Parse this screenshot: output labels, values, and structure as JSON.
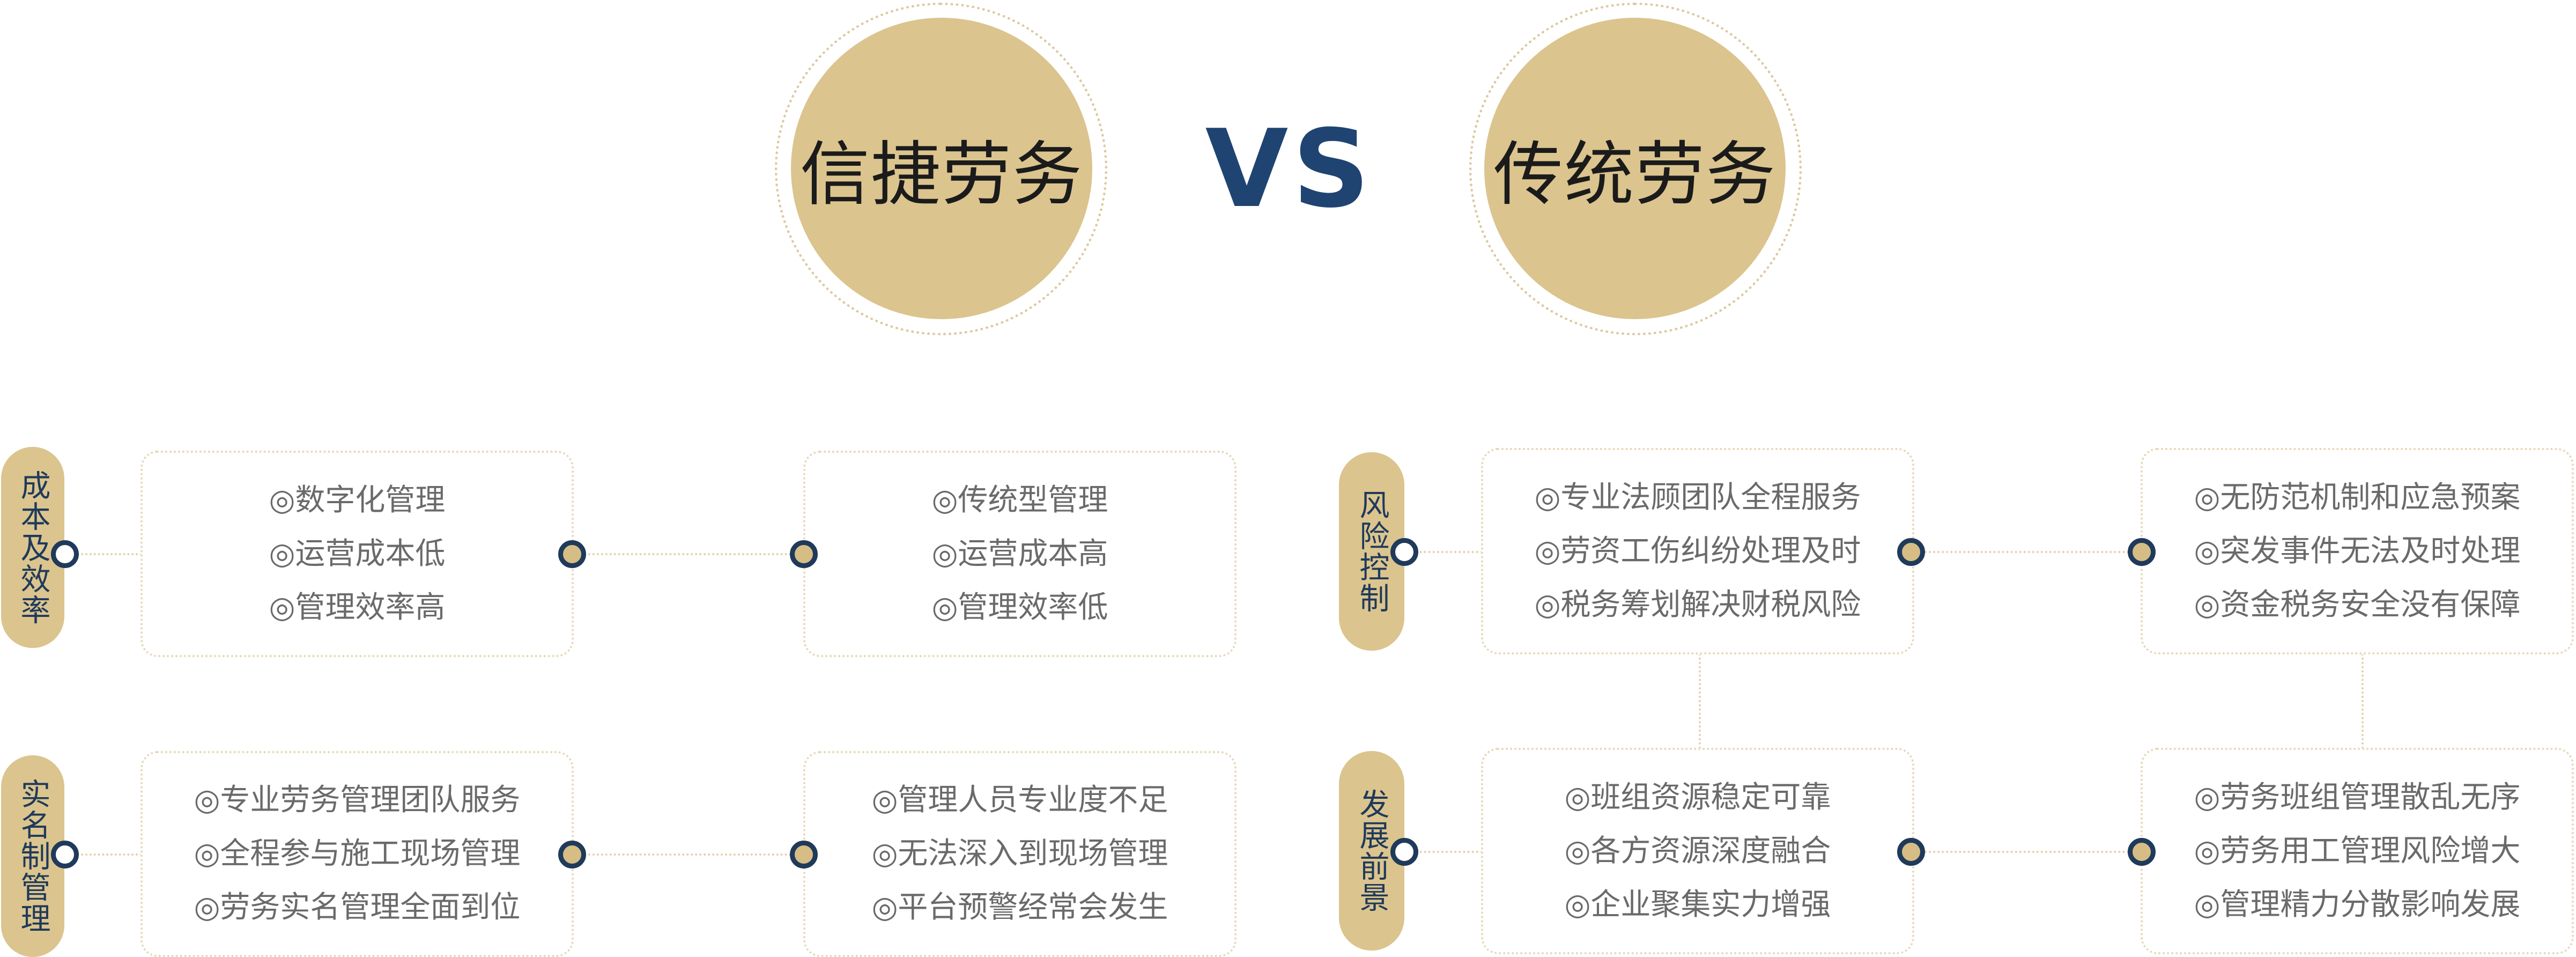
{
  "colors": {
    "gold": "#dbc48e",
    "navy": "#1f3a5a",
    "vs_color": "#1f4472",
    "text_gray": "#6a6a6a",
    "dot_gold": "#d6bd85"
  },
  "header": {
    "left_title": "信捷劳务",
    "vs": "VS",
    "right_title": "传统劳务"
  },
  "rows": [
    {
      "category": "成本及效率",
      "left_items": [
        "◎数字化管理",
        "◎运营成本低",
        "◎管理效率高"
      ],
      "right_items": [
        "◎传统型管理",
        "◎运营成本高",
        "◎管理效率低"
      ]
    },
    {
      "category": "实名制管理",
      "left_items": [
        "◎专业劳务管理团队服务",
        "◎全程参与施工现场管理",
        "◎劳务实名管理全面到位"
      ],
      "right_items": [
        "◎管理人员专业度不足",
        "◎无法深入到现场管理",
        "◎平台预警经常会发生"
      ]
    },
    {
      "category": "风险控制",
      "left_items": [
        "◎专业法顾团队全程服务",
        "◎劳资工伤纠纷处理及时",
        "◎税务筹划解决财税风险"
      ],
      "right_items": [
        "◎无防范机制和应急预案",
        "◎突发事件无法及时处理",
        "◎资金税务安全没有保障"
      ]
    },
    {
      "category": "发展前景",
      "left_items": [
        "◎班组资源稳定可靠",
        "◎各方资源深度融合",
        "◎企业聚集实力增强"
      ],
      "right_items": [
        "◎劳务班组管理散乱无序",
        "◎劳务用工管理风险增大",
        "◎管理精力分散影响发展"
      ]
    }
  ]
}
